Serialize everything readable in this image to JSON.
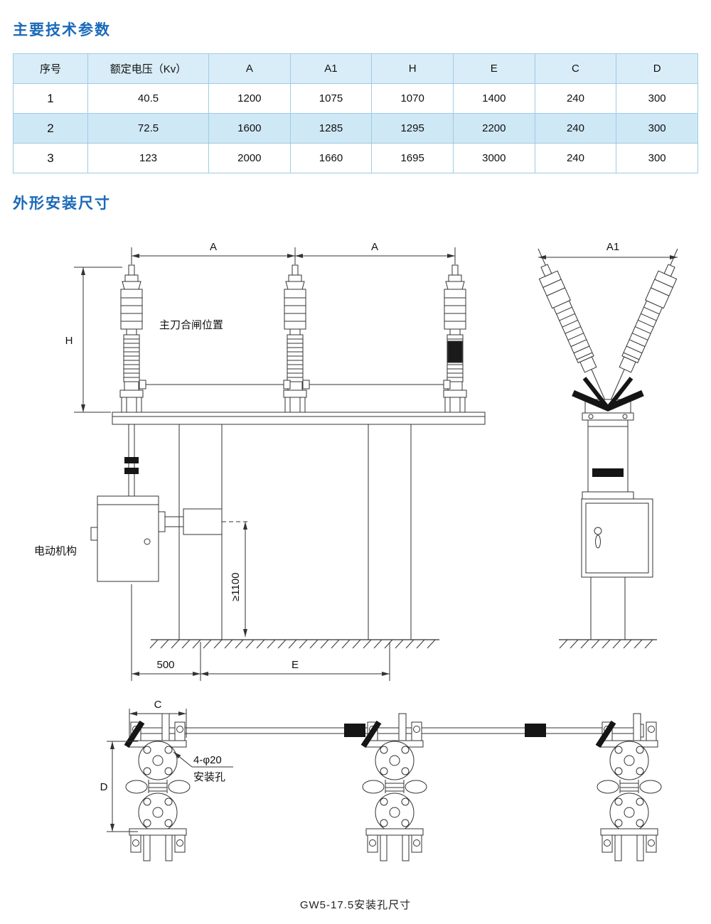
{
  "page": {
    "section1_title": "主要技术参数",
    "section2_title": "外形安装尺寸",
    "caption": "GW5-17.5安装孔尺寸"
  },
  "table": {
    "headers": [
      "序号",
      "额定电压（Kv）",
      "A",
      "A1",
      "H",
      "E",
      "C",
      "D"
    ],
    "rows": [
      [
        "1",
        "40.5",
        "1200",
        "1075",
        "1070",
        "1400",
        "240",
        "300"
      ],
      [
        "2",
        "72.5",
        "1600",
        "1285",
        "1295",
        "2200",
        "240",
        "300"
      ],
      [
        "3",
        "123",
        "2000",
        "1660",
        "1695",
        "3000",
        "240",
        "300"
      ]
    ]
  },
  "dims": {
    "A": "A",
    "A1": "A1",
    "H": "H",
    "E": "E",
    "C": "C",
    "D": "D",
    "d500": "500",
    "ge1100": "≥1100"
  },
  "labels": {
    "main_knife": "主刀合闸位置",
    "motor": "电动机构",
    "holes1": "4-φ20",
    "holes2": "安装孔"
  },
  "colors": {
    "accent_blue": "#1a6ab8",
    "table_border": "#9fcbe4",
    "table_header_bg": "#d9edf8",
    "table_row_alt_bg": "#cfe8f6",
    "line_color": "#333333"
  }
}
